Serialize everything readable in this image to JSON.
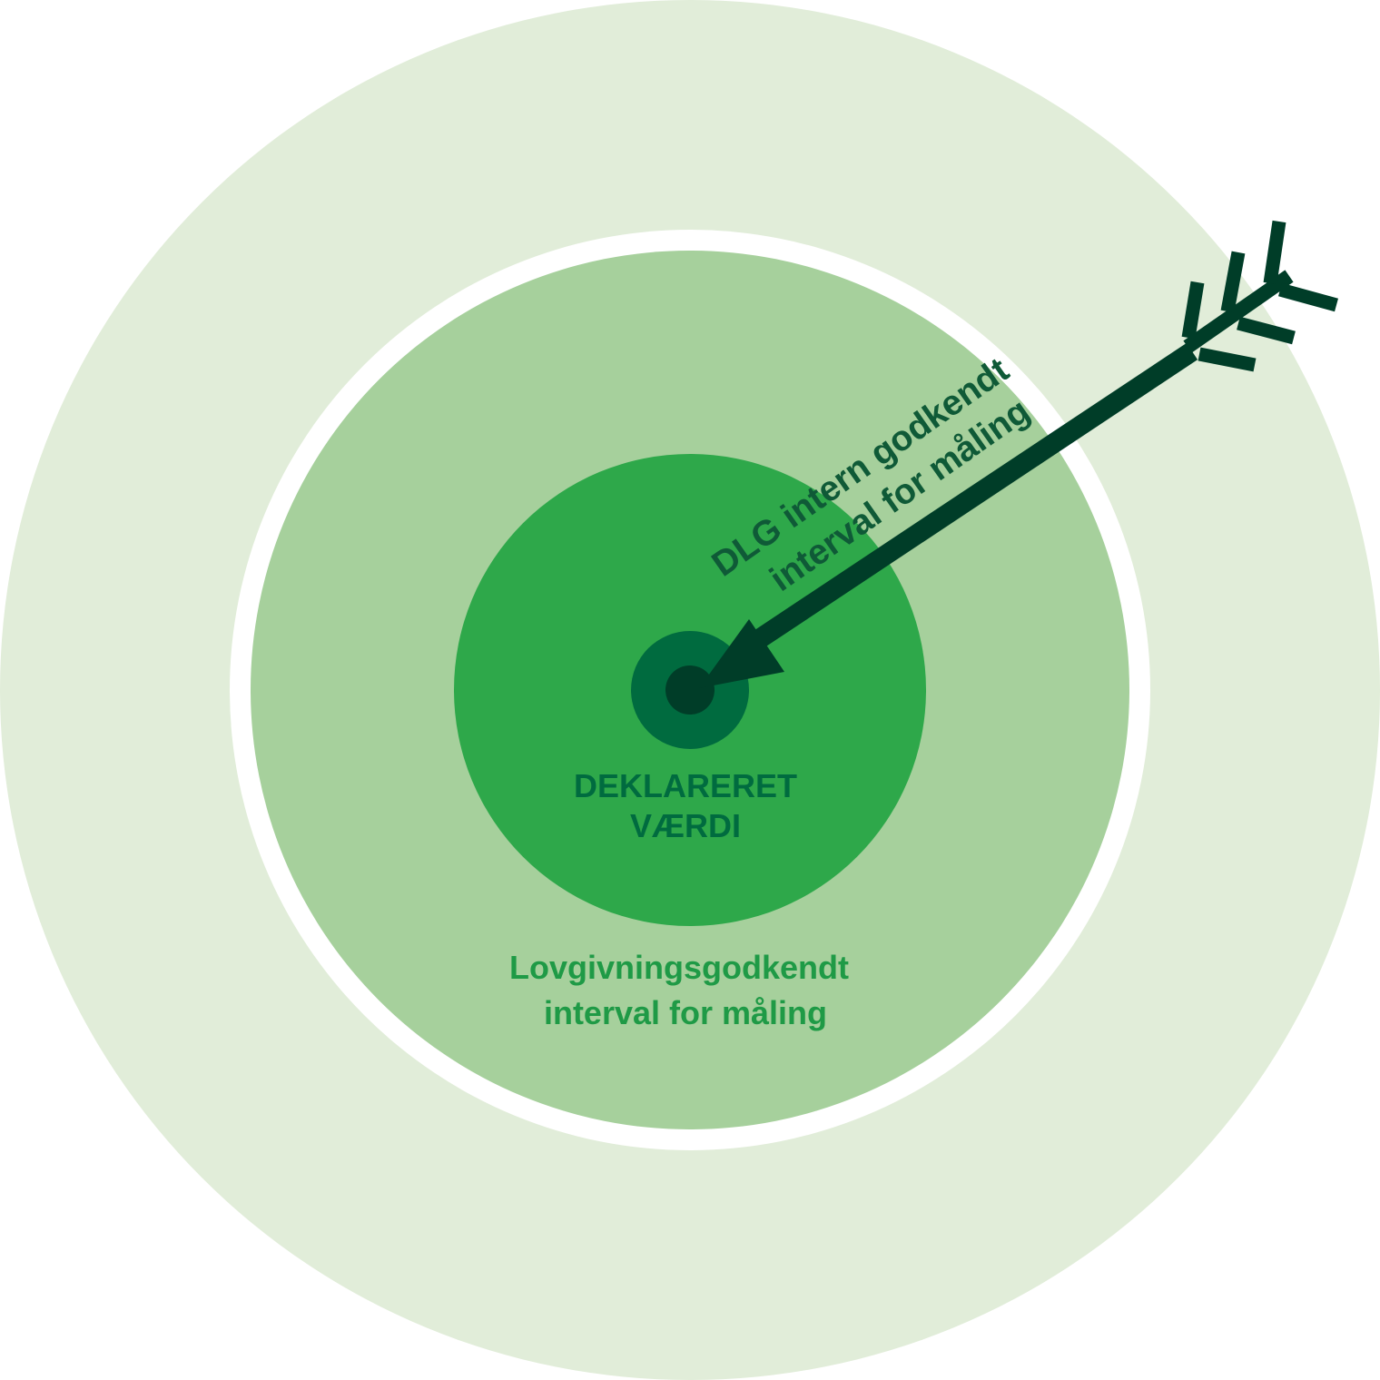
{
  "colors": {
    "outer_ring": "#e1edd9",
    "gap_ring": "#ffffff",
    "middle_disc": "#a6d09c",
    "inner_disc": "#2ea84a",
    "center_ring": "#006b3f",
    "bullseye": "#003d28",
    "arrow": "#003d28",
    "label_dark": "#006b3f",
    "label_mid": "#1f9a46",
    "label_arrow": "#0f5a37"
  },
  "labels": {
    "declared_line1": "DEKLARERET",
    "declared_line2": "VÆRDI",
    "legal_line1": "Lovgivningsgodkendt",
    "legal_line2": "interval for måling",
    "internal_line1": "DLG intern godkendt",
    "internal_line2": "interval for måling"
  }
}
